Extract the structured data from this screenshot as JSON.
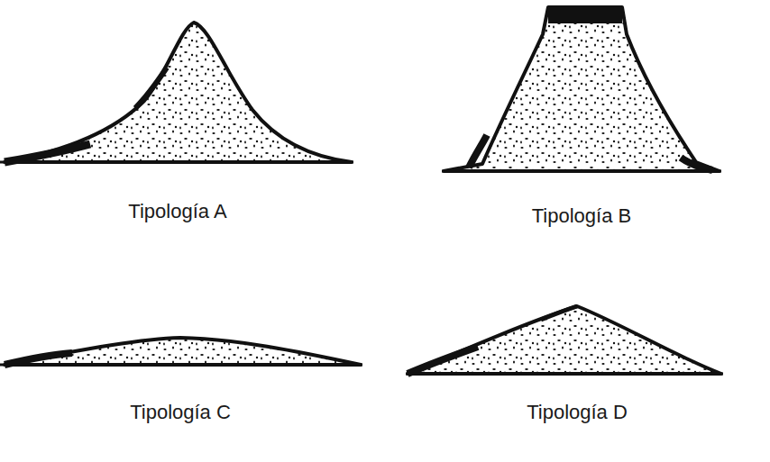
{
  "diagram": {
    "labels": [
      "Tipología A",
      "Tipología B",
      "Tipología C",
      "Tipología D"
    ]
  }
}
